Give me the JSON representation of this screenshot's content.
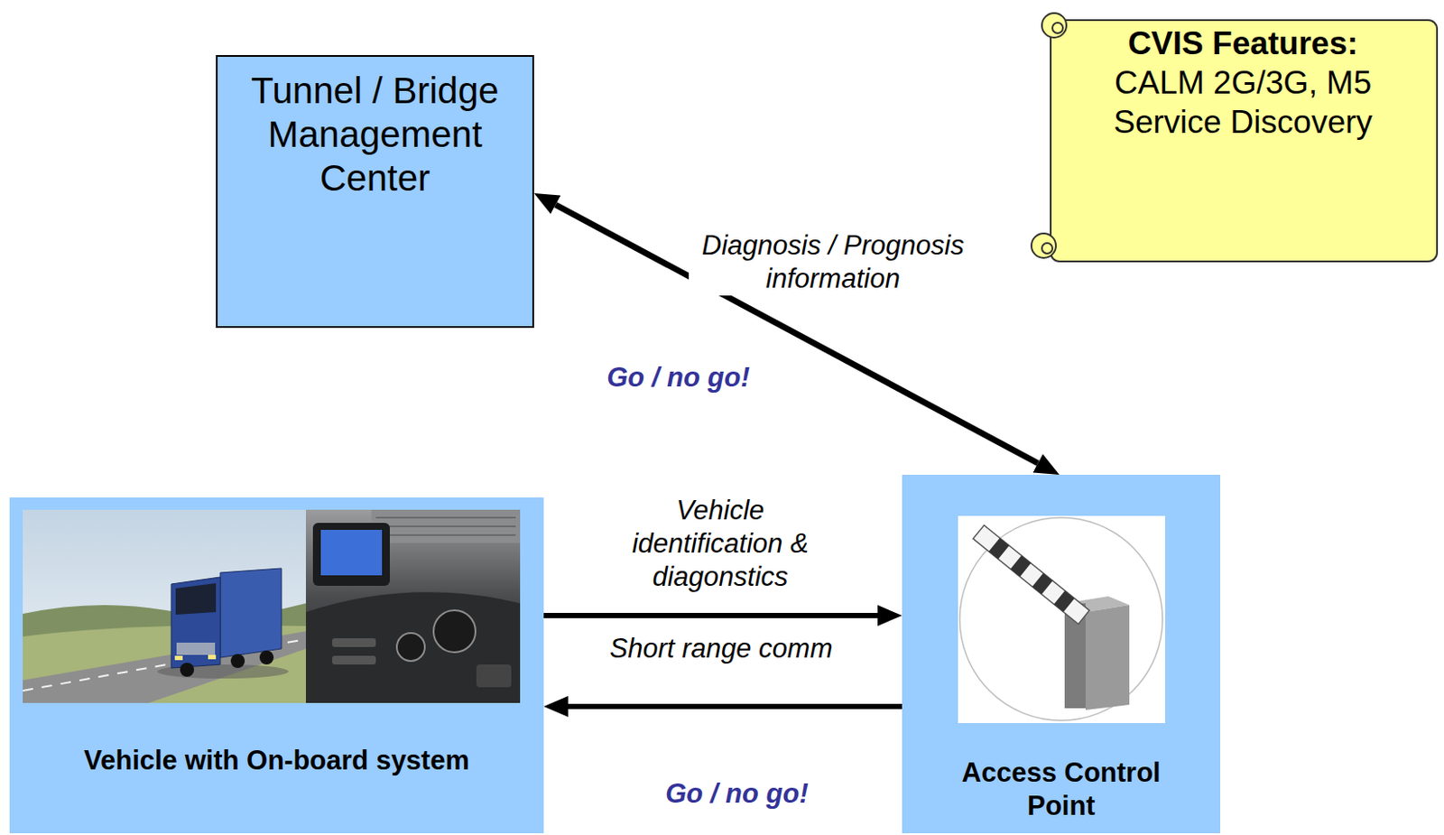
{
  "diagram": {
    "nodes": [
      {
        "text": [
          "Tunnel / Bridge Management Center"
        ]
      },
      {
        "text": [
          "CVIS Features:",
          "CALM 2G/3G, M5 Service Discovery"
        ]
      },
      {
        "text": [
          "Vehicle with On-board system"
        ]
      },
      {
        "text": [
          "Access Control Point"
        ]
      }
    ],
    "edges": [
      {
        "from": 0,
        "to": 3,
        "label": "Diagnosis / Prognosis information",
        "arrow": "both"
      },
      {
        "from": 2,
        "to": 3,
        "label": "Vehicle identification & diagonstics",
        "arrow": "to"
      },
      {
        "from": 3,
        "to": 2,
        "label": "Go / no go!",
        "arrow": "to"
      }
    ],
    "labels": [
      "Go / no go!",
      "Short range comm"
    ]
  }
}
